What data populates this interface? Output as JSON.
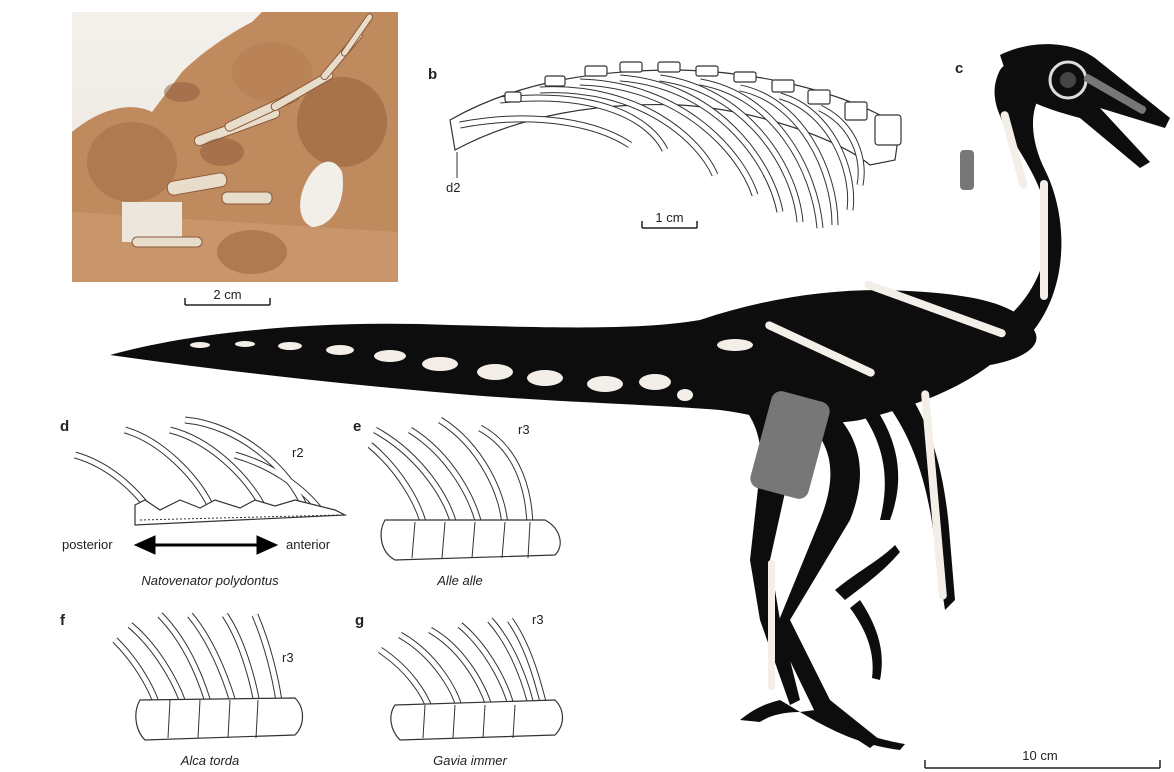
{
  "panels": {
    "a": {
      "scale_label": "2 cm"
    },
    "b": {
      "letter": "b",
      "scale_label": "1 cm",
      "rib_label": "d2"
    },
    "c": {
      "letter": "c",
      "scale_label": "10 cm"
    },
    "d": {
      "letter": "d",
      "rib_label": "r2",
      "caption": "Natovenator polydontus",
      "posterior": "posterior",
      "anterior": "anterior"
    },
    "e": {
      "letter": "e",
      "rib_label": "r3",
      "caption": "Alle alle"
    },
    "f": {
      "letter": "f",
      "rib_label": "r3",
      "caption": "Alca torda"
    },
    "g": {
      "letter": "g",
      "rib_label": "r3",
      "caption": "Gavia immer"
    }
  },
  "colors": {
    "photo_bg": "#c9956a",
    "photo_dark": "#8a5a38",
    "bone_white": "#f3efe8",
    "silhouette": "#0d0d0d",
    "grey_bone": "#777777",
    "line": "#333333"
  }
}
